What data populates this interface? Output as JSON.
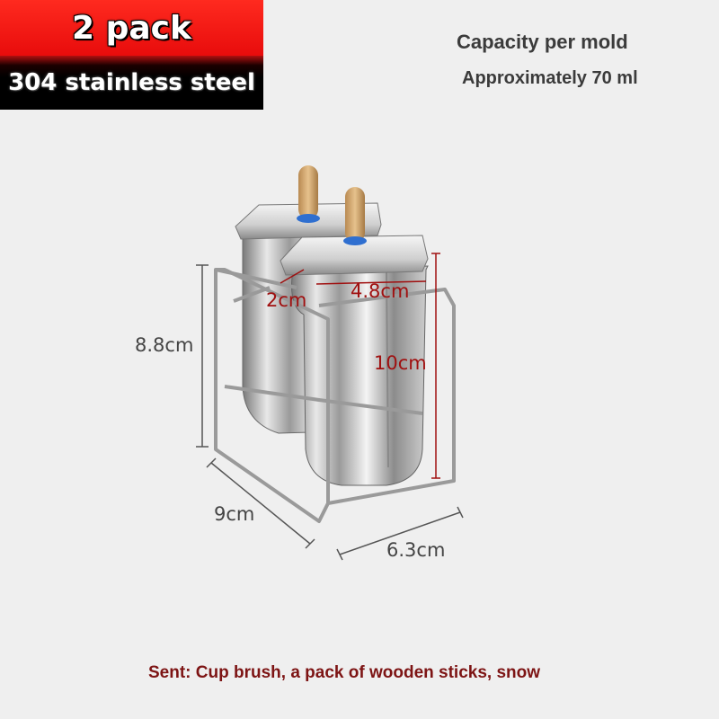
{
  "badges": {
    "pack": "2 pack",
    "material": "304 stainless steel"
  },
  "capacity": {
    "title": "Capacity per mold",
    "value": "Approximately 70 ml"
  },
  "dimensions": {
    "height_outer": "8.8cm",
    "depth": "9cm",
    "width": "6.3cm",
    "mold_depth": "2cm",
    "mold_width": "4.8cm",
    "mold_height": "10cm"
  },
  "footer": {
    "sent": "Sent: Cup brush, a pack of wooden sticks, snow"
  },
  "colors": {
    "badge_red": "#ef1616",
    "badge_black": "#000000",
    "dimension_red": "#a01010",
    "footer_text": "#7d1414"
  }
}
